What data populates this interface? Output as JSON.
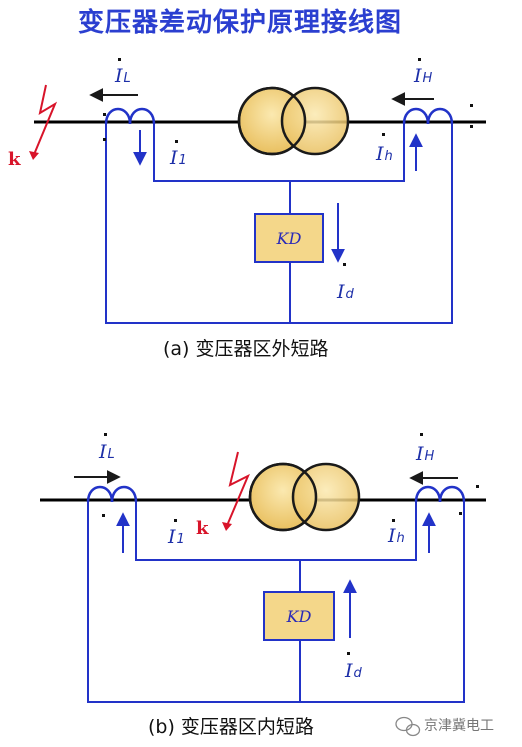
{
  "title": "变压器差动保护原理接线图",
  "diagram_a": {
    "caption": "(a) 变压器区外短路",
    "current_L": "I",
    "current_L_sub": "L",
    "current_H": "I",
    "current_H_sub": "H",
    "current_1": "I",
    "current_1_sub": "1",
    "current_h": "I",
    "current_h_sub": "h",
    "current_d": "I",
    "current_d_sub": "d",
    "relay": "KD",
    "fault": "k"
  },
  "diagram_b": {
    "caption": "(b) 变压器区内短路",
    "current_L": "I",
    "current_L_sub": "L",
    "current_H": "I",
    "current_H_sub": "H",
    "current_1": "I",
    "current_1_sub": "1",
    "current_h": "I",
    "current_h_sub": "h",
    "current_d": "I",
    "current_d_sub": "d",
    "relay": "KD",
    "fault": "k"
  },
  "watermark": "京津冀电工",
  "colors": {
    "wire": "#2233c8",
    "busbar": "#000000",
    "transformer_fill": "#f6d98a",
    "relay_fill": "#f4d78a",
    "fault": "#d8142a",
    "title": "#2b3fd0"
  }
}
